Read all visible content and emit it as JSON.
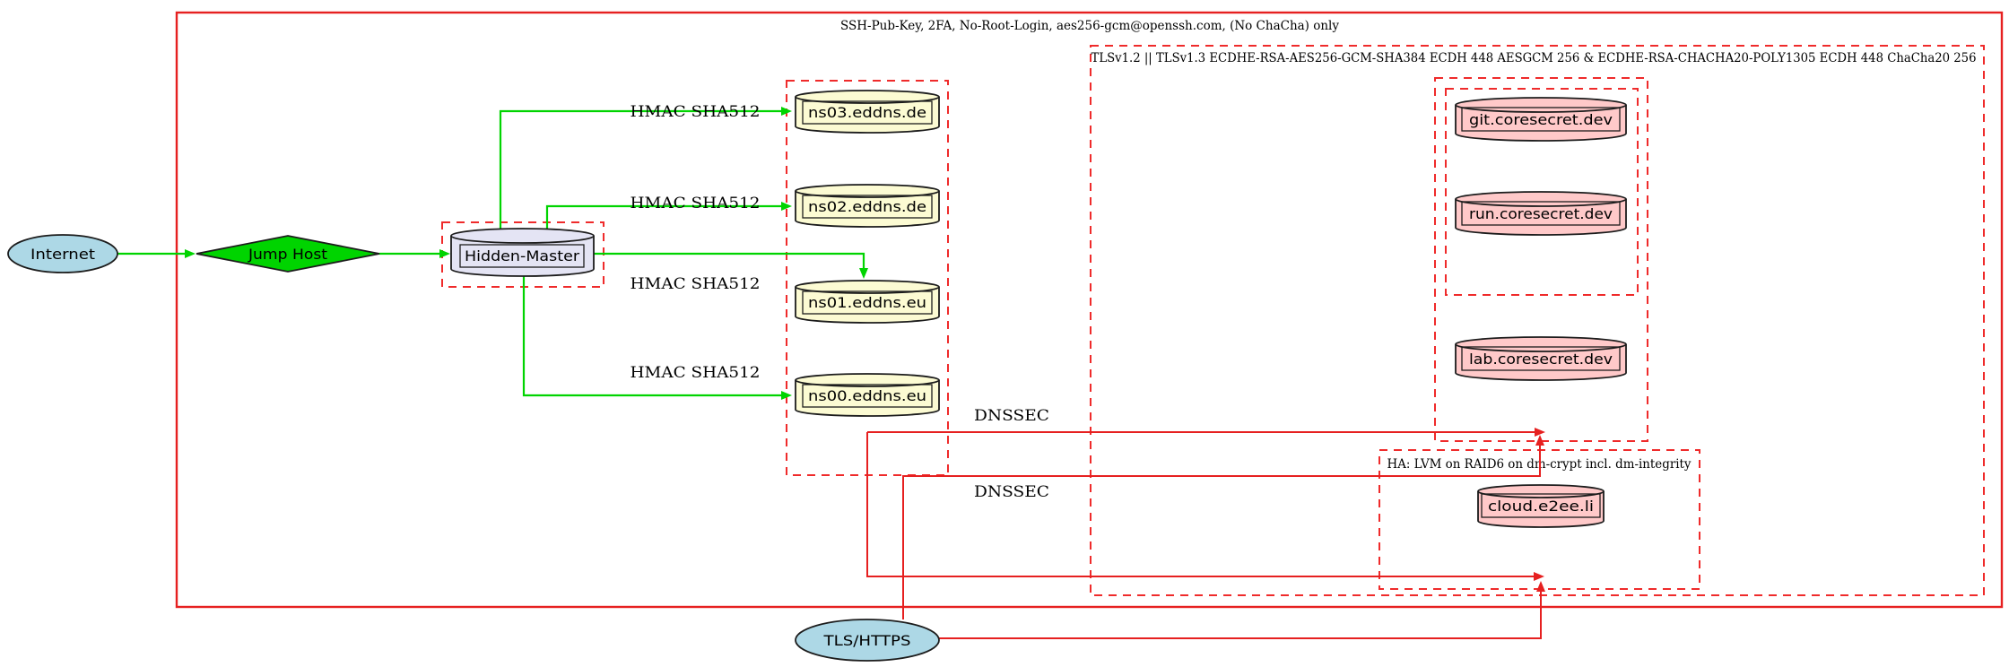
{
  "clusters": {
    "ssh": {
      "label": "SSH-Pub-Key, 2FA, No-Root-Login, aes256-gcm@openssh.com, (No ChaCha) only"
    },
    "tls": {
      "label": "TLSv1.2 || TLSv1.3 ECDHE-RSA-AES256-GCM-SHA384 ECDH 448 AESGCM 256 & ECDHE-RSA-CHACHA20-POLY1305 ECDH 448 ChaCha20 256"
    },
    "ha": {
      "label": "HA: LVM on RAID6 on dm-crypt incl. dm-integrity"
    }
  },
  "nodes": {
    "internet": {
      "label": "Internet"
    },
    "jump_host": {
      "label": "Jump Host"
    },
    "hidden_master": {
      "label": "Hidden-Master"
    },
    "ns03": {
      "label": "ns03.eddns.de"
    },
    "ns02": {
      "label": "ns02.eddns.de"
    },
    "ns01": {
      "label": "ns01.eddns.eu"
    },
    "ns00": {
      "label": "ns00.eddns.eu"
    },
    "git": {
      "label": "git.coresecret.dev"
    },
    "run": {
      "label": "run.coresecret.dev"
    },
    "lab": {
      "label": "lab.coresecret.dev"
    },
    "cloud": {
      "label": "cloud.e2ee.li"
    },
    "tls_https": {
      "label": "TLS/HTTPS"
    }
  },
  "edge_labels": {
    "hmac": "HMAC SHA512",
    "dnssec": "DNSSEC"
  },
  "colors": {
    "node_blue": "#add8e6",
    "node_green": "#00d400",
    "node_lavender": "#e4e4f4",
    "node_yellow": "#fcfbd3",
    "node_pink": "#ffc9c9",
    "edge_green": "#00d400",
    "edge_red": "#e62020",
    "border_black": "#1c1c1c"
  }
}
